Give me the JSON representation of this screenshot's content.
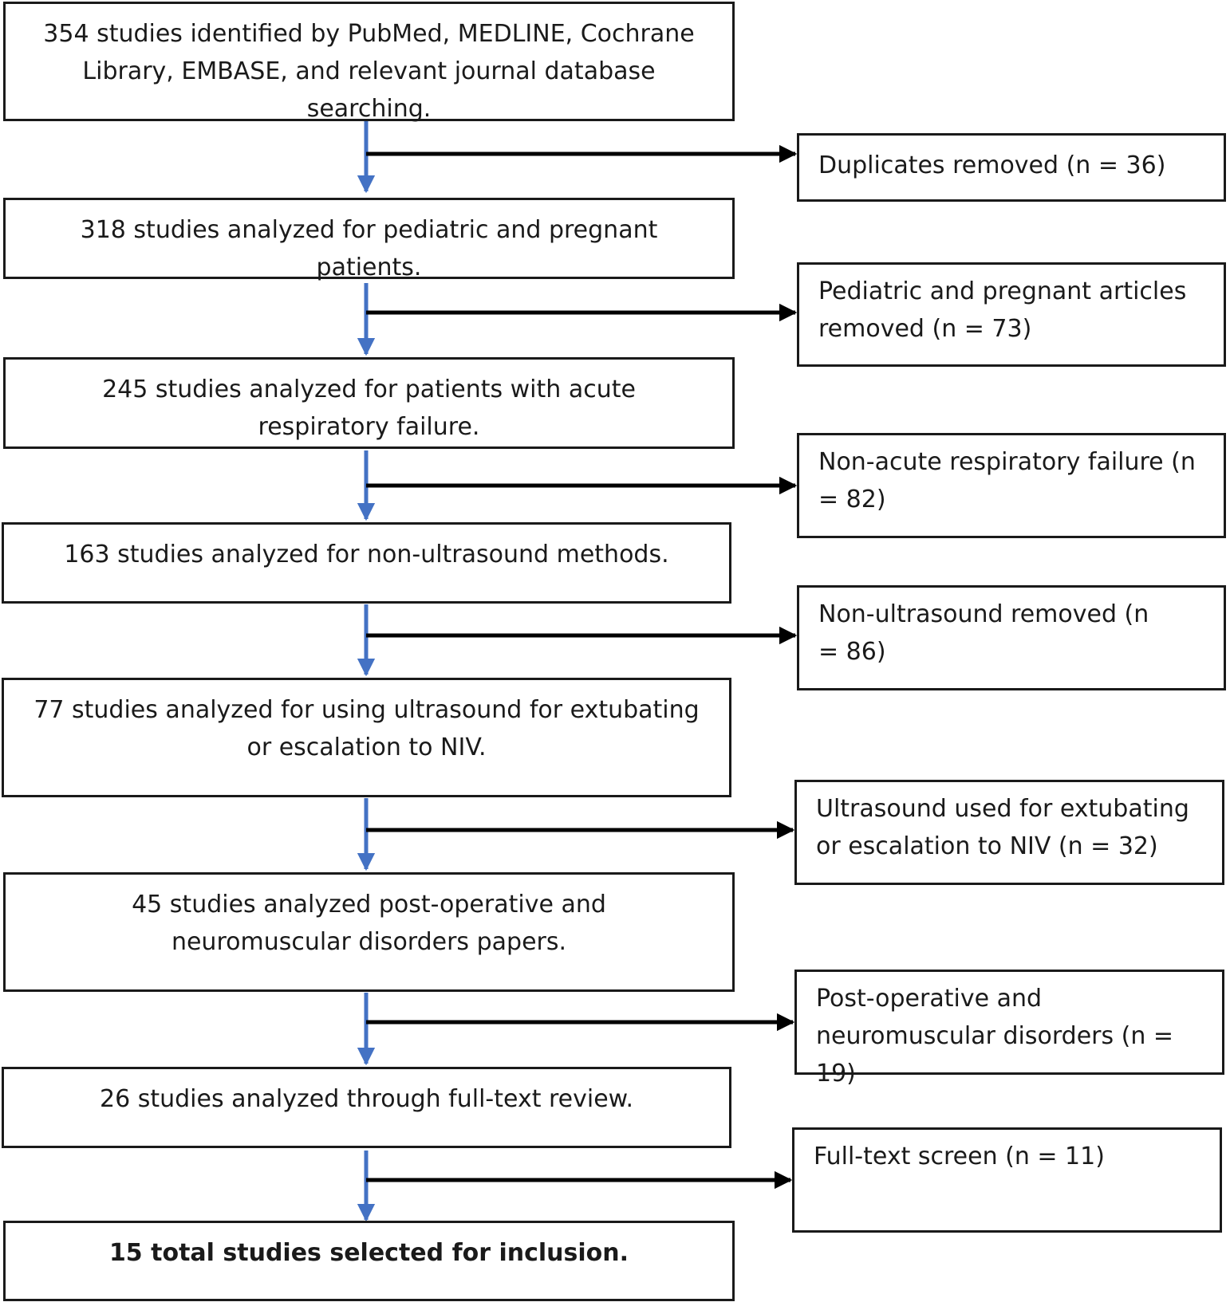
{
  "flow": {
    "main_steps": [
      {
        "text": "354 studies identified by PubMed, MEDLINE, Cochrane Library, EMBASE, and relevant journal database searching."
      },
      {
        "text": "318 studies analyzed for pediatric and pregnant patients."
      },
      {
        "text": "245 studies analyzed for patients with acute respiratory failure."
      },
      {
        "text": "163 studies analyzed for non-ultrasound methods."
      },
      {
        "text": "77 studies analyzed for using ultrasound for extubating or escalation to NIV."
      },
      {
        "text": "45 studies analyzed post-operative and neuromuscular disorders papers."
      },
      {
        "text": "26 studies analyzed through full-text review."
      },
      {
        "text": "15 total studies selected for inclusion."
      }
    ],
    "exclusions": [
      {
        "text": "Duplicates removed (n = 36)"
      },
      {
        "text": "Pediatric and pregnant articles removed (n = 73)"
      },
      {
        "text": "Non-acute respiratory failure (n = 82)"
      },
      {
        "text": "Non-ultrasound removed (n = 86)"
      },
      {
        "text": "Ultrasound used for extubating or escalation to NIV (n = 32)"
      },
      {
        "text": "Post-operative and neuromuscular disorders (n = 19)"
      },
      {
        "text": "Full-text screen (n = 11)"
      }
    ]
  },
  "colors": {
    "flow_arrow": "#4472C4",
    "exclusion_arrow": "#000000",
    "box_border": "#1a1a1a"
  }
}
